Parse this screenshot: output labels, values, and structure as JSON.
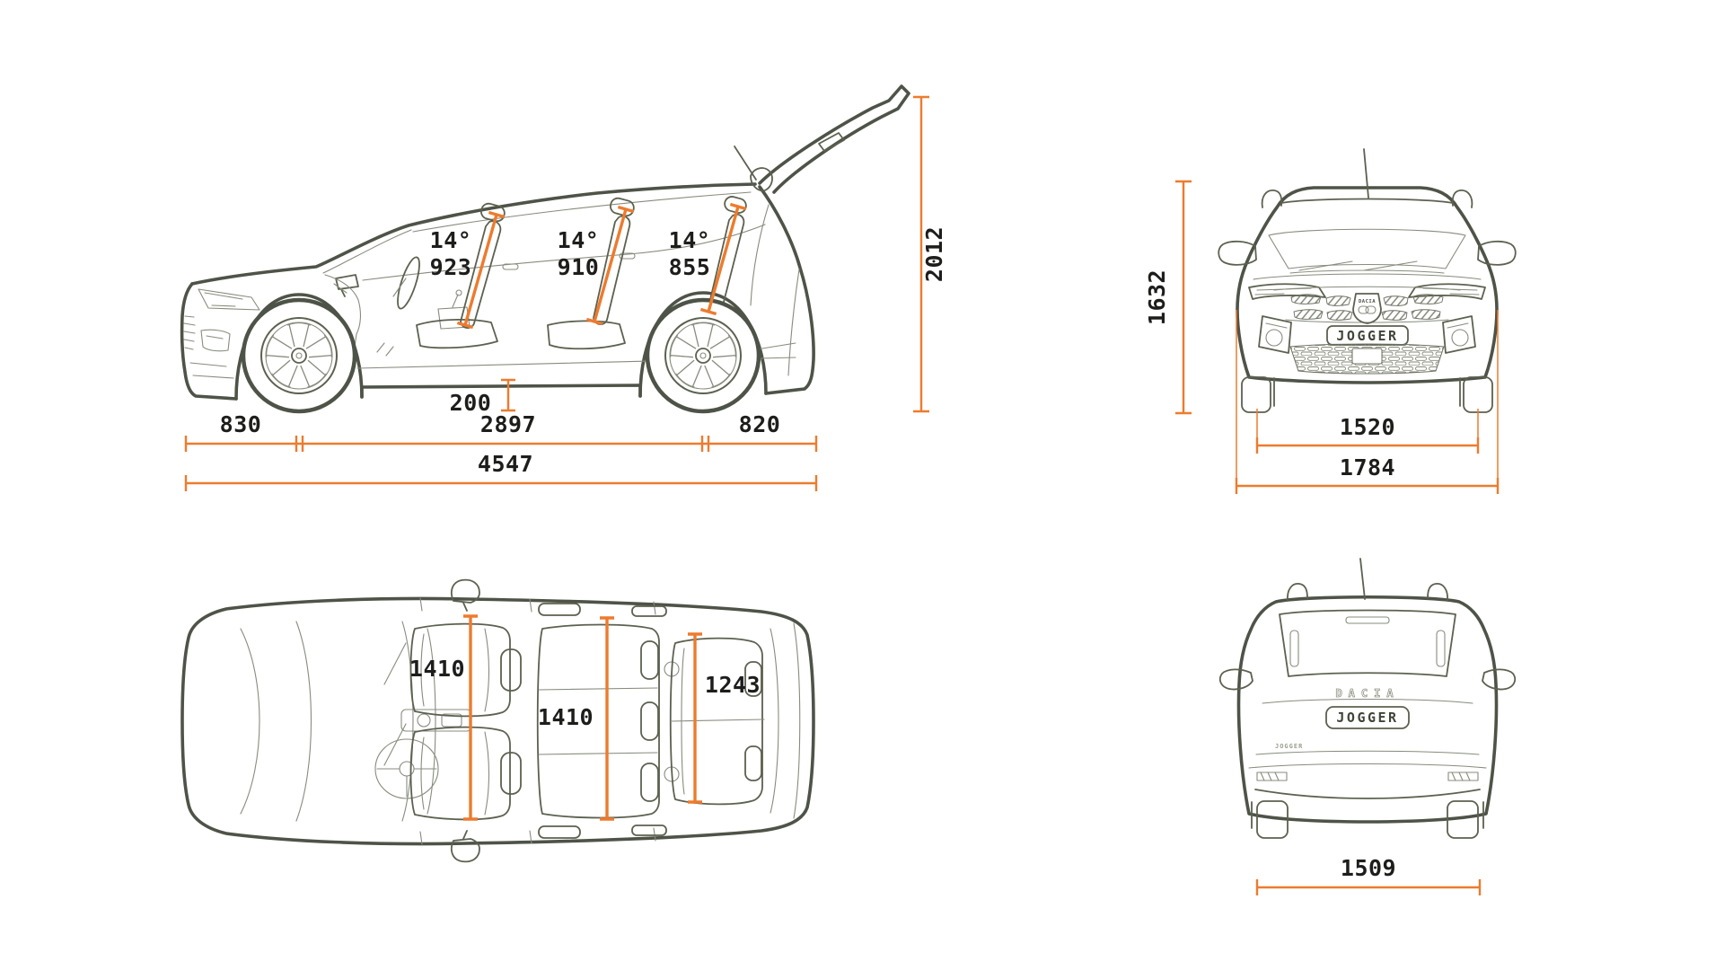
{
  "colors": {
    "line_art": "#4e5347",
    "line_art_light": "#878c7d",
    "dimension_orange": "#ed7b2e",
    "label_text": "#1d1d1b",
    "background": "#ffffff"
  },
  "side": {
    "rows": [
      {
        "angle": "14°",
        "height": "923"
      },
      {
        "angle": "14°",
        "height": "910"
      },
      {
        "angle": "14°",
        "height": "855"
      }
    ],
    "ground_clearance": "200",
    "front_overhang": "830",
    "wheelbase": "2897",
    "rear_overhang": "820",
    "overall_length": "4547",
    "height_tailgate_open": "2012"
  },
  "front": {
    "overall_height": "1632",
    "front_track": "1520",
    "overall_width": "1784",
    "emblem": "DACIA",
    "plate": "JOGGER"
  },
  "rear": {
    "rear_track": "1509",
    "brand": "DACIA",
    "plate": "JOGGER",
    "badge": "JOGGER"
  },
  "top": {
    "row1_width": "1410",
    "row2_width": "1410",
    "row3_width": "1243"
  }
}
